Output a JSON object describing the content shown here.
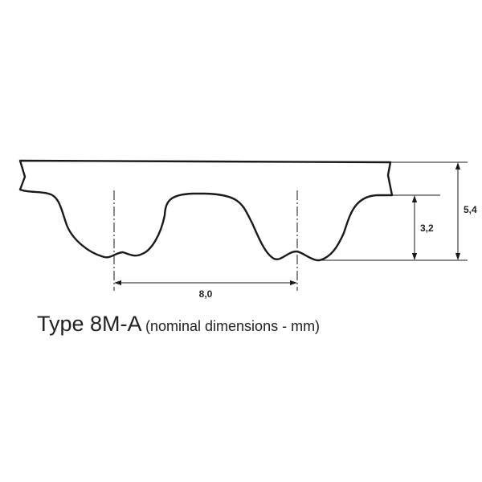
{
  "diagram": {
    "dimensions": {
      "pitch": "8,0",
      "tooth_height": "3,2",
      "total_height": "5,4"
    },
    "caption": {
      "main": "Type 8M-A",
      "sub": "(nominal dimensions - mm)"
    }
  },
  "colors": {
    "line": "#1a1a1a",
    "text": "#222222"
  }
}
